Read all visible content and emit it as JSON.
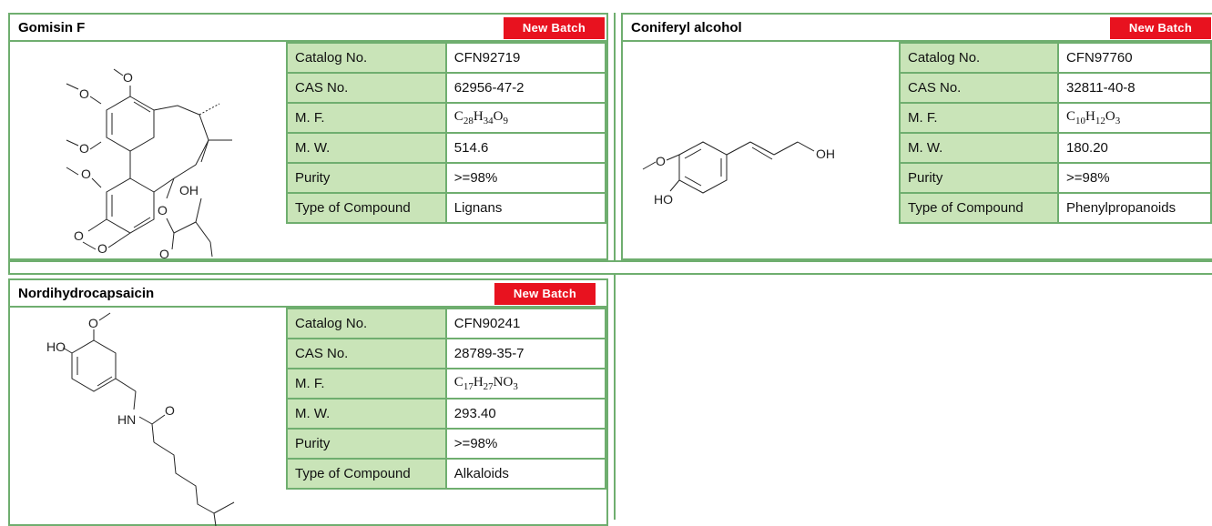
{
  "products": [
    {
      "name": "Gomisin F",
      "batch_label": "New Batch",
      "catalog_label": "Catalog No.",
      "catalog": "CFN92719",
      "cas_label": "CAS No.",
      "cas": "62956-47-2",
      "mf_label": "M. F.",
      "mf": {
        "C": "28",
        "H": "34",
        "O": "9"
      },
      "mw_label": "M. W.",
      "mw": "514.6",
      "purity_label": "Purity",
      "purity": ">=98%",
      "type_label": "Type of Compound",
      "type": "Lignans",
      "structure_labels": {
        "oh": "OH"
      }
    },
    {
      "name": "Coniferyl alcohol",
      "batch_label": "New Batch",
      "catalog_label": "Catalog No.",
      "catalog": "CFN97760",
      "cas_label": "CAS No.",
      "cas": "32811-40-8",
      "mf_label": "M. F.",
      "mf": {
        "C": "10",
        "H": "12",
        "O": "3"
      },
      "mw_label": "M. W.",
      "mw": "180.20",
      "purity_label": "Purity",
      "purity": ">=98%",
      "type_label": "Type of Compound",
      "type": "Phenylpropanoids",
      "structure_labels": {
        "oh": "OH",
        "ho": "HO"
      }
    },
    {
      "name": "Nordihydrocapsaicin",
      "batch_label": "New Batch",
      "catalog_label": "Catalog No.",
      "catalog": "CFN90241",
      "cas_label": "CAS No.",
      "cas": "28789-35-7",
      "mf_label": "M. F.",
      "mf": {
        "C": "17",
        "H": "27",
        "N": "",
        "O": "3"
      },
      "mw_label": "M. W.",
      "mw": "293.40",
      "purity_label": "Purity",
      "purity": ">=98%",
      "type_label": "Type of Compound",
      "type": "Alkaloids",
      "structure_labels": {
        "ho": "HO",
        "hn": "HN",
        "o": "O"
      }
    }
  ],
  "colors": {
    "border": "#6fae6f",
    "label_bg": "#c9e4b8",
    "button": "#e8121f"
  }
}
